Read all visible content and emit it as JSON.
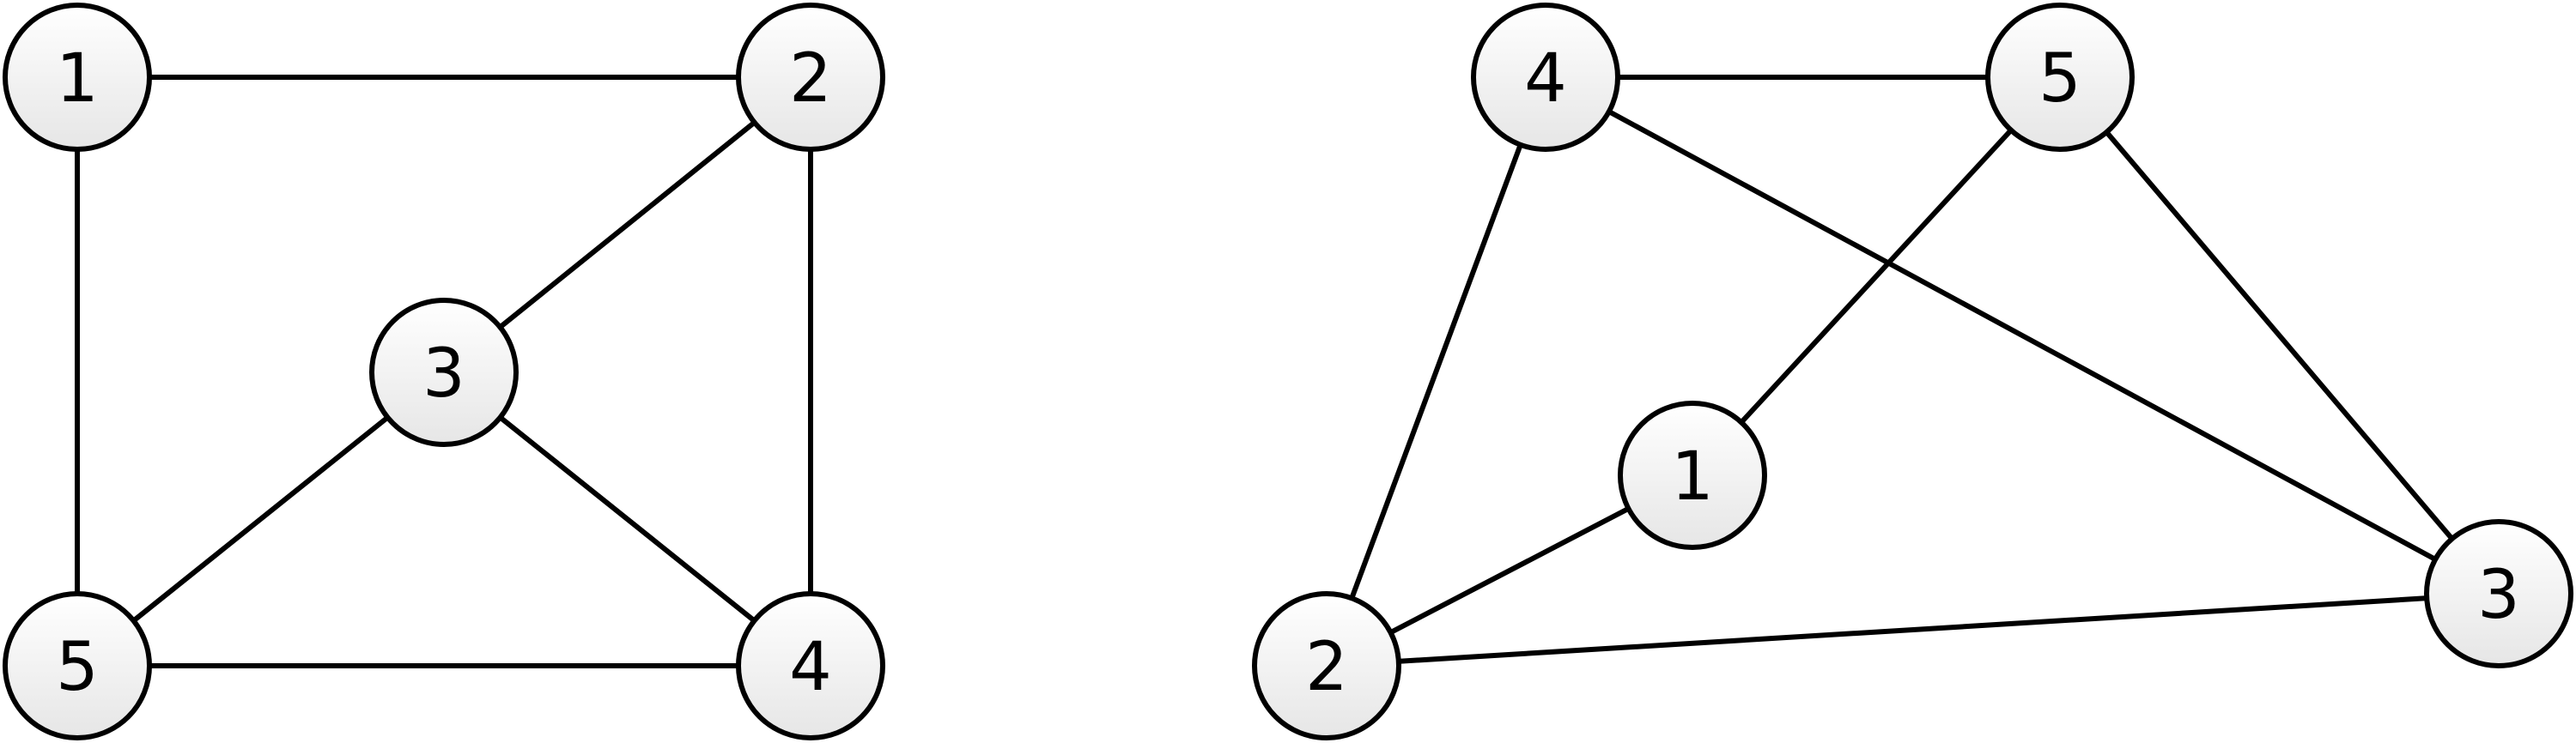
{
  "graphs": [
    {
      "nodes": [
        {
          "label": "1"
        },
        {
          "label": "2"
        },
        {
          "label": "3"
        },
        {
          "label": "5"
        },
        {
          "label": "4"
        }
      ],
      "edges": [
        [
          "1",
          "2"
        ],
        [
          "1",
          "5"
        ],
        [
          "2",
          "3"
        ],
        [
          "2",
          "4"
        ],
        [
          "3",
          "5"
        ],
        [
          "3",
          "4"
        ],
        [
          "5",
          "4"
        ]
      ]
    },
    {
      "nodes": [
        {
          "label": "4"
        },
        {
          "label": "5"
        },
        {
          "label": "1"
        },
        {
          "label": "2"
        },
        {
          "label": "3"
        }
      ],
      "edges": [
        [
          "4",
          "5"
        ],
        [
          "4",
          "2"
        ],
        [
          "4",
          "3"
        ],
        [
          "5",
          "1"
        ],
        [
          "5",
          "3"
        ],
        [
          "1",
          "2"
        ],
        [
          "2",
          "3"
        ]
      ]
    }
  ],
  "colors": {
    "node_fill_top": "#ffffff",
    "node_fill_bottom": "#e6e6e6",
    "stroke": "#000000"
  }
}
